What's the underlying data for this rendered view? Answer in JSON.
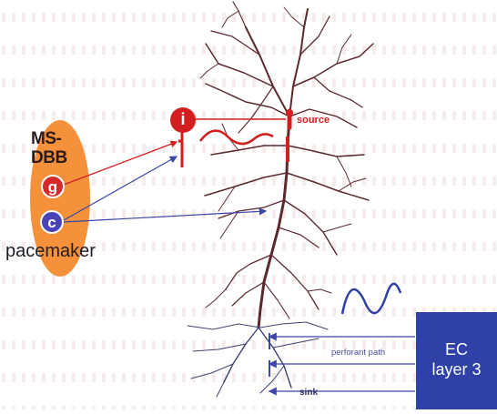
{
  "labels": {
    "ms_dbb_line1": "MS-",
    "ms_dbb_line2": "DBB",
    "pacemaker": "pacemaker",
    "node_g": "g",
    "node_c": "c",
    "node_i": "i",
    "source": "source",
    "perforant_path": "perforant path",
    "sink": "sink",
    "ec_line1": "EC",
    "ec_line2": "layer 3"
  },
  "colors": {
    "ms_dbb_region": "#f5913a",
    "gaba_red": "#d21e1e",
    "cholinergic_blue": "#4a44b8",
    "dendrite": "#5a2a2e",
    "ec_box": "#2f41a6",
    "grid_pattern": "#f6eaea"
  }
}
